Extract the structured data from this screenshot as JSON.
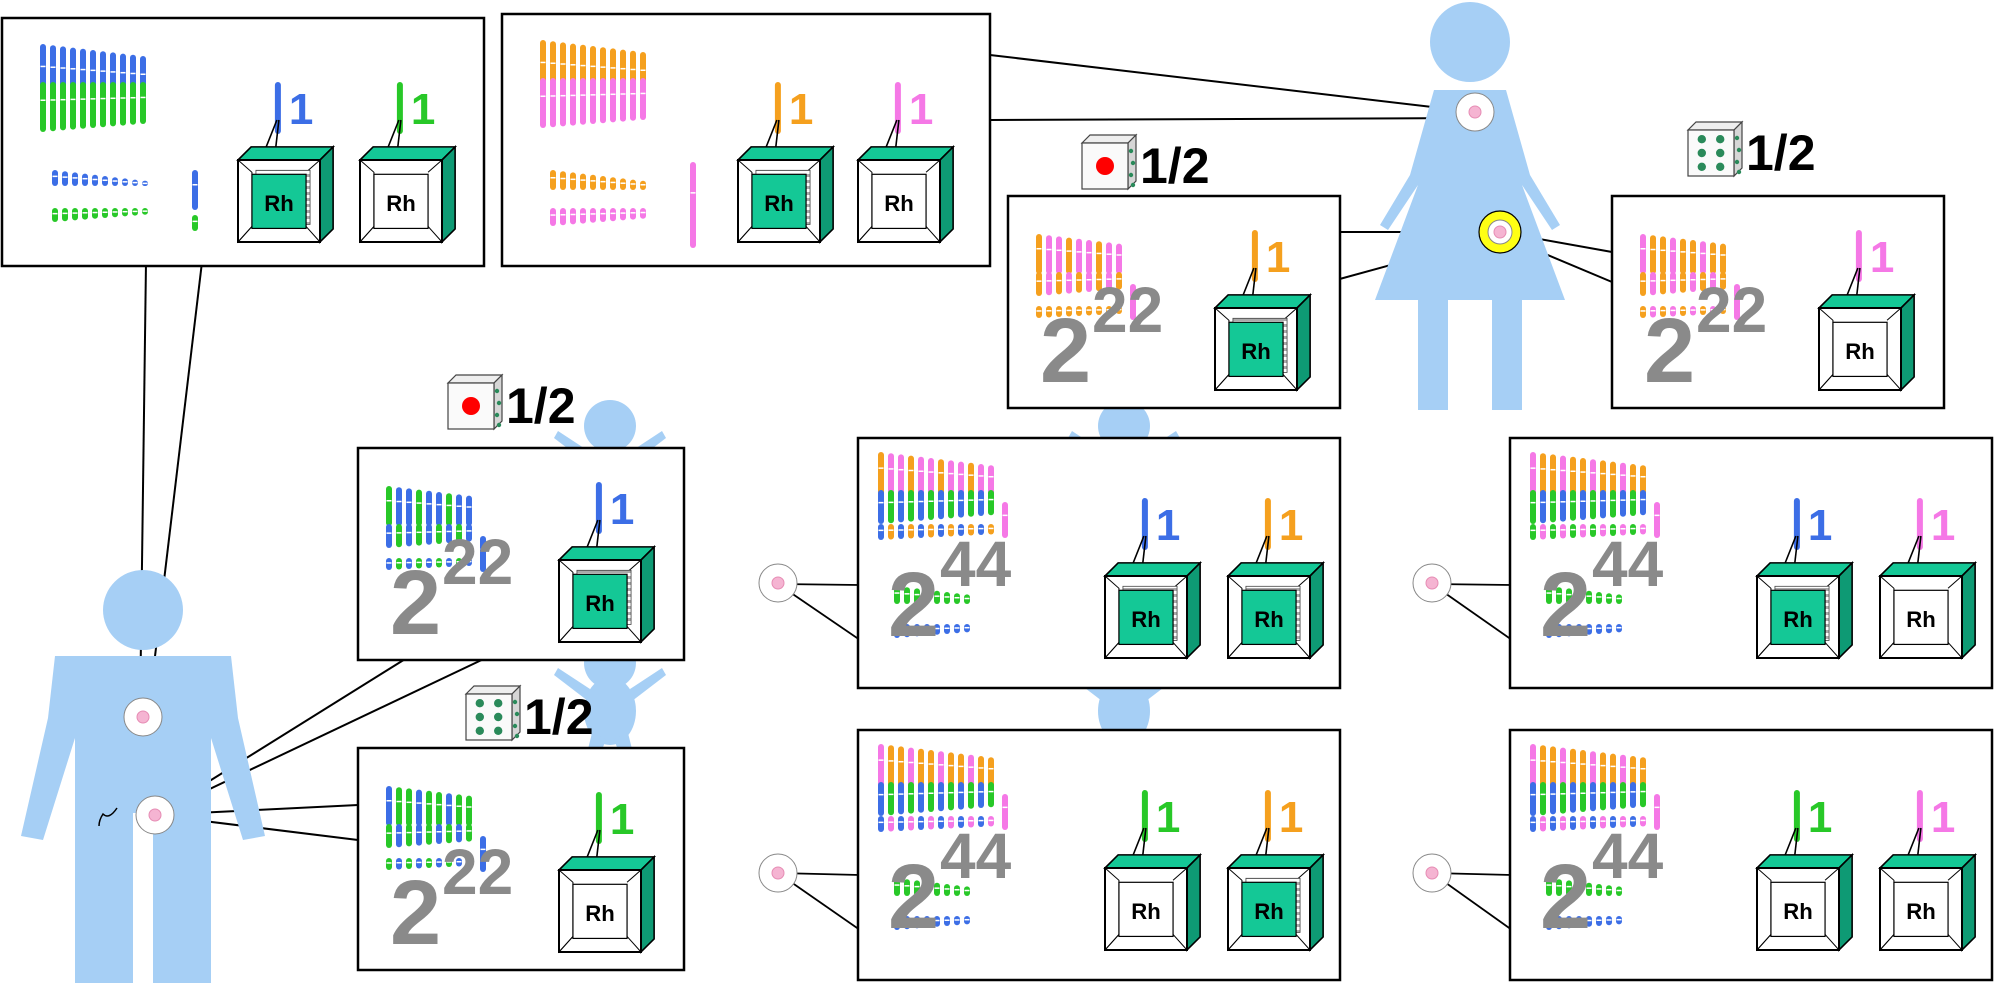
{
  "diagram": {
    "colors": {
      "blue": "#3c6ee6",
      "green": "#28c828",
      "orange": "#f5a01e",
      "pink": "#f578e6",
      "teal": "#14c896",
      "person": "#a6cff5",
      "gray": "#8a8a8a"
    },
    "gene_label": "Rh",
    "count_label": "1",
    "haploid": {
      "base": "2",
      "exp": "22"
    },
    "diploid": {
      "base": "2",
      "exp": "44"
    },
    "probability": "1/2",
    "die_faces": [
      "one",
      "six"
    ],
    "panels": [
      {
        "role": "father-cell",
        "chromosome_colors": [
          "blue",
          "green"
        ],
        "genes": [
          {
            "color": "blue",
            "filled": true
          },
          {
            "color": "green",
            "filled": false
          }
        ]
      },
      {
        "role": "mother-cell",
        "chromosome_colors": [
          "orange",
          "pink"
        ],
        "genes": [
          {
            "color": "orange",
            "filled": true
          },
          {
            "color": "pink",
            "filled": false
          }
        ]
      },
      {
        "role": "egg-1",
        "die": "one",
        "gene": {
          "color": "orange",
          "filled": true
        }
      },
      {
        "role": "egg-2",
        "die": "six",
        "gene": {
          "color": "pink",
          "filled": false
        }
      },
      {
        "role": "sperm-1",
        "die": "one",
        "gene": {
          "color": "blue",
          "filled": true
        }
      },
      {
        "role": "sperm-2",
        "die": "six",
        "gene": {
          "color": "green",
          "filled": false
        }
      },
      {
        "role": "child-1",
        "genes": [
          {
            "color": "blue",
            "filled": true
          },
          {
            "color": "orange",
            "filled": true
          }
        ]
      },
      {
        "role": "child-2",
        "genes": [
          {
            "color": "blue",
            "filled": true
          },
          {
            "color": "pink",
            "filled": false
          }
        ]
      },
      {
        "role": "child-3",
        "genes": [
          {
            "color": "green",
            "filled": false
          },
          {
            "color": "orange",
            "filled": true
          }
        ]
      },
      {
        "role": "child-4",
        "genes": [
          {
            "color": "green",
            "filled": false
          },
          {
            "color": "pink",
            "filled": false
          }
        ]
      }
    ]
  }
}
